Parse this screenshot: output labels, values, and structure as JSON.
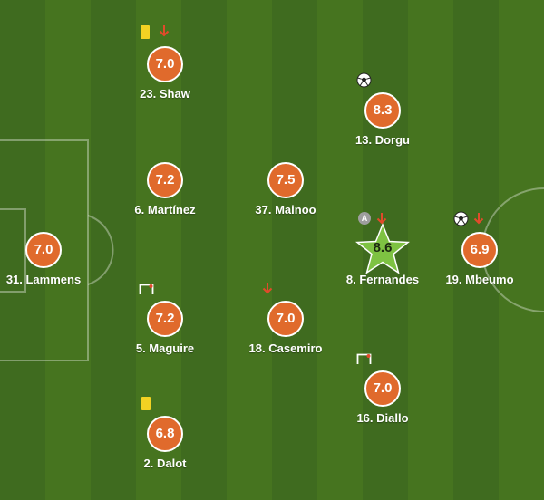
{
  "colors": {
    "pitch_dark": "#3f6b1f",
    "pitch_light": "#46741f",
    "rating_badge": "#e06a2c",
    "top_rating_star": "#7ec242",
    "yellow_card": "#f3d223",
    "sub_arrow": "#e24a2b"
  },
  "players": [
    {
      "name": "23. Shaw",
      "rating": "7.0",
      "events": [
        "yellow-card-icon",
        "sub-off-arrow-icon"
      ]
    },
    {
      "name": "13. Dorgu",
      "rating": "8.3",
      "events": [
        "goal-ball-icon"
      ]
    },
    {
      "name": "6. Martínez",
      "rating": "7.2",
      "events": []
    },
    {
      "name": "37. Mainoo",
      "rating": "7.5",
      "events": []
    },
    {
      "name": "8. Fernandes",
      "rating": "8.6",
      "top_rated": true,
      "events": [
        "captain-icon",
        "sub-off-arrow-icon"
      ]
    },
    {
      "name": "19. Mbeumo",
      "rating": "6.9",
      "events": [
        "goal-ball-icon",
        "sub-off-arrow-icon"
      ]
    },
    {
      "name": "31. Lammens",
      "rating": "7.0",
      "events": []
    },
    {
      "name": "5. Maguire",
      "rating": "7.2",
      "events": [
        "hit-woodwork-icon"
      ]
    },
    {
      "name": "18. Casemiro",
      "rating": "7.0",
      "events": [
        "sub-off-arrow-icon"
      ]
    },
    {
      "name": "16. Diallo",
      "rating": "7.0",
      "events": [
        "hit-woodwork-icon"
      ]
    },
    {
      "name": "2. Dalot",
      "rating": "6.8",
      "events": [
        "yellow-card-icon"
      ]
    }
  ],
  "captain_letter": "A"
}
